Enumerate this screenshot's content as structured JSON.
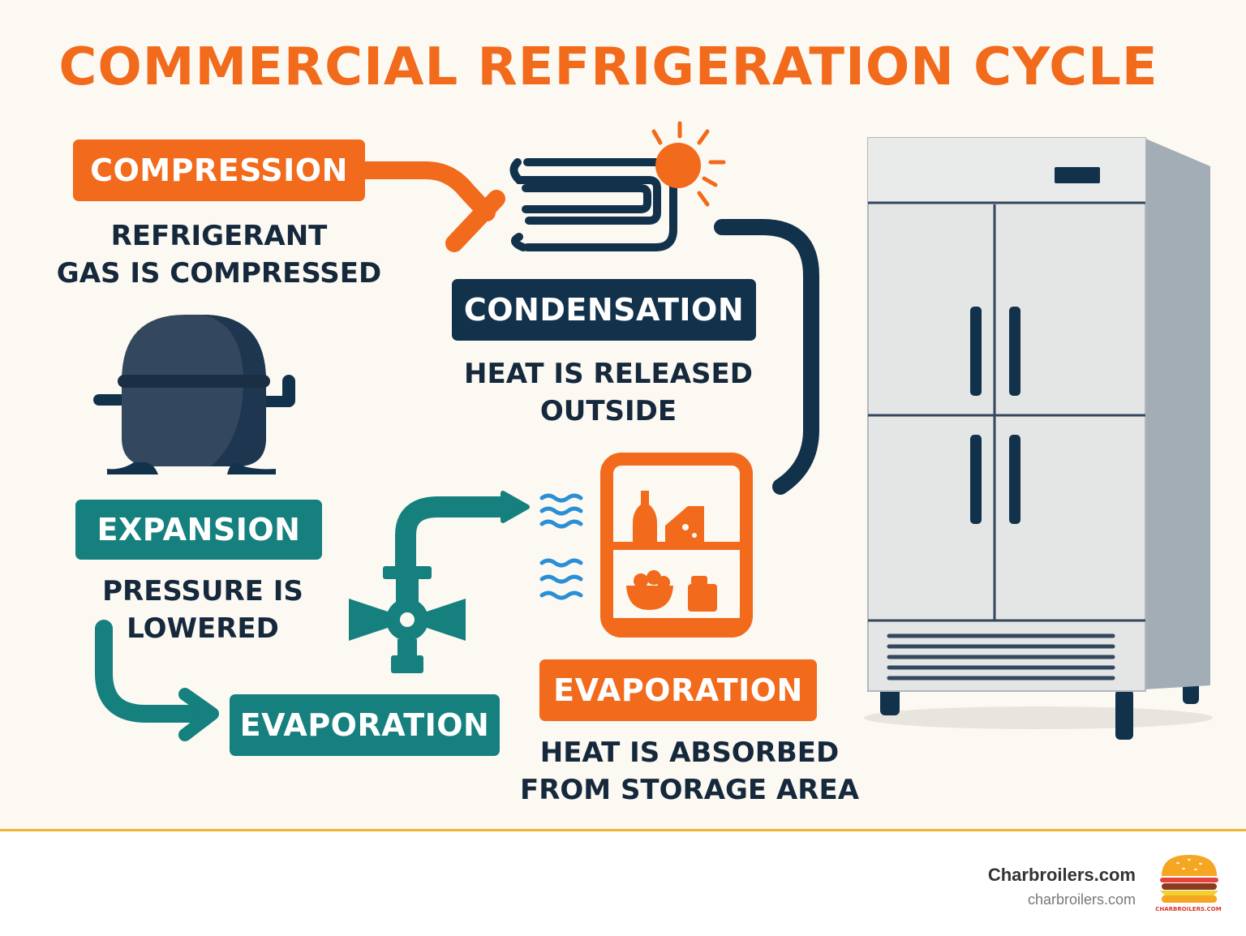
{
  "title": "COMMERCIAL REFRIGERATION CYCLE",
  "steps": {
    "compression": {
      "label": "COMPRESSION",
      "desc_line1": "REFRIGERANT",
      "desc_line2": "GAS IS COMPRESSED"
    },
    "condensation": {
      "label": "CONDENSATION",
      "desc_line1": "HEAT IS RELEASED",
      "desc_line2": "OUTSIDE"
    },
    "expansion": {
      "label": "EXPANSION",
      "desc_line1": "PRESSURE IS",
      "desc_line2": "LOWERED"
    },
    "evaporation_left": {
      "label": "EVAPORATION"
    },
    "evaporation_right": {
      "label": "EVAPORATION",
      "desc_line1": "HEAT IS ABSORBED",
      "desc_line2": "FROM STORAGE AREA"
    }
  },
  "footer": {
    "brand_name": "Charbroilers.com",
    "brand_url": "charbroilers.com",
    "logo_text": "CHARBROILERS.COM"
  },
  "colors": {
    "orange": "#f26a1b",
    "navy": "#12324c",
    "teal": "#15807e",
    "blue_wave": "#2b8fd6",
    "background": "#fbf9f2"
  }
}
